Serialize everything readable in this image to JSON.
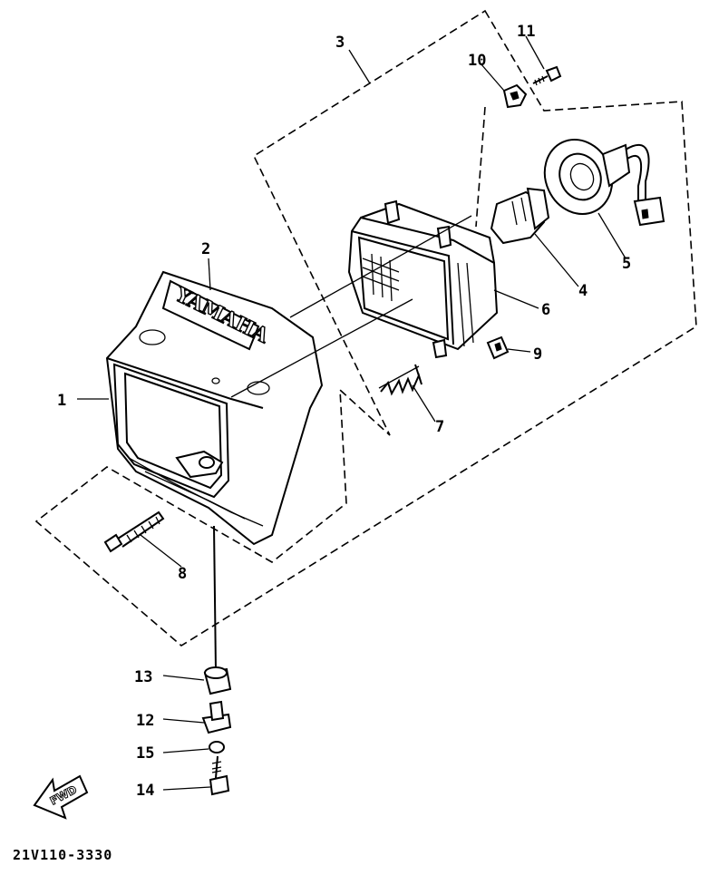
{
  "figure": {
    "drawing_code": "21V110-3330",
    "logo_text": "YAMAHA",
    "direction_label": "FWD"
  },
  "callouts": [
    {
      "id": "1",
      "label": "1"
    },
    {
      "id": "2",
      "label": "2"
    },
    {
      "id": "3",
      "label": "3"
    },
    {
      "id": "4",
      "label": "4"
    },
    {
      "id": "5",
      "label": "5"
    },
    {
      "id": "6",
      "label": "6"
    },
    {
      "id": "7",
      "label": "7"
    },
    {
      "id": "8",
      "label": "8"
    },
    {
      "id": "9",
      "label": "9"
    },
    {
      "id": "10",
      "label": "10"
    },
    {
      "id": "11",
      "label": "11"
    },
    {
      "id": "12",
      "label": "12"
    },
    {
      "id": "13",
      "label": "13"
    },
    {
      "id": "14",
      "label": "14"
    },
    {
      "id": "15",
      "label": "15"
    }
  ]
}
